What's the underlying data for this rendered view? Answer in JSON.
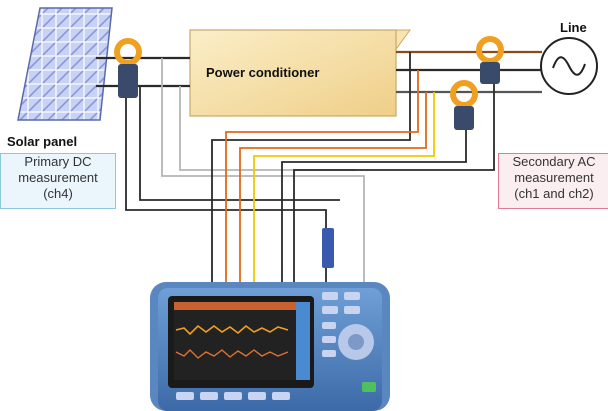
{
  "labels": {
    "power_conditioner": "Power conditioner",
    "solar_panel": "Solar panel",
    "line": "Line"
  },
  "primary_dc": [
    "Primary DC",
    "measurement",
    "(ch4)"
  ],
  "secondary_ac": [
    "Secondary AC",
    "measurement",
    "(ch1 and ch2)"
  ],
  "colors": {
    "conditioner_fill": "#f5deA0",
    "panel_cell": "#b8c4f0",
    "analyzer_body": "#4a7fbf",
    "clamp_orange": "#f0a020",
    "wire_orange": "#e06a1a",
    "wire_yellow": "#f0c800",
    "wire_dark": "#2a2a2a",
    "wire_gray": "#b0b0b0",
    "dc_box": "#eaf6fb",
    "ac_box": "#fbeef1"
  }
}
